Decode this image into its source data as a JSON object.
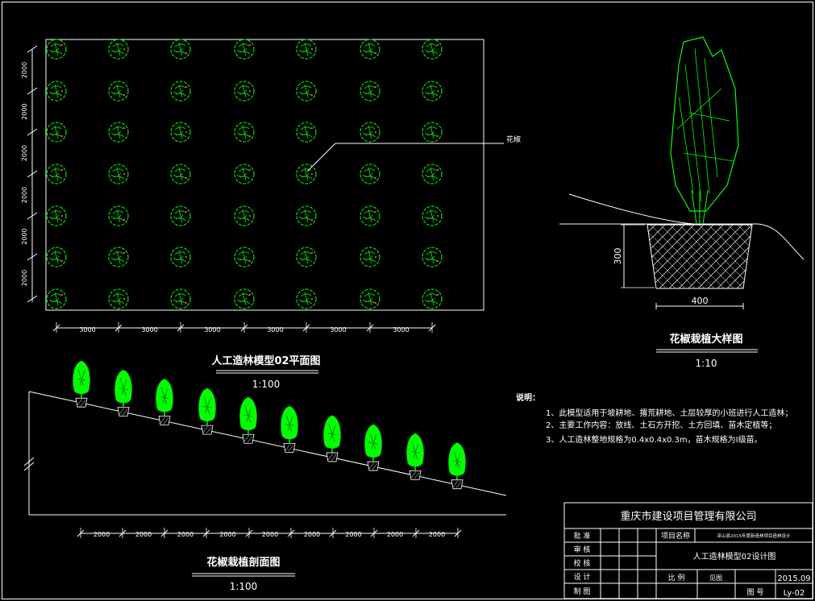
{
  "plan": {
    "title": "人工造林模型02平面图",
    "scale": "1:100",
    "callout": "花椒",
    "row_spacing_labels": [
      "2000",
      "2000",
      "2000",
      "2000",
      "2000",
      "2000"
    ],
    "col_spacing_labels": [
      "3000",
      "3000",
      "3000",
      "3000",
      "3000",
      "3000"
    ],
    "grid_rows": 7,
    "grid_cols": 7
  },
  "detail": {
    "title": "花椒栽植大样图",
    "scale": "1:10",
    "depth_label": "300",
    "width_label": "400"
  },
  "section": {
    "title": "花椒栽植剖面图",
    "scale": "1:100",
    "spacing_labels": [
      "2000",
      "2000",
      "2000",
      "2000",
      "2000",
      "2000",
      "2000",
      "2000",
      "2000"
    ],
    "tree_count": 10
  },
  "notes": {
    "heading": "说明：",
    "items": [
      "1、此模型适用于坡耕地、撂荒耕地、土层较厚的小班进行人工造林；",
      "2、主要工作内容：放线、土石方开挖、土方回填、苗木定植等；",
      "3、人工造林整地规格为0.4x0.4x0.3m，苗木规格为Ⅰ级苗。"
    ]
  },
  "title_block": {
    "company": "重庆市建设项目管理有限公司",
    "left_labels": [
      "批 准",
      "审 核",
      "校 核",
      "设 计",
      "制 图"
    ],
    "project_label": "项目名称",
    "project_name": "巫山县2015年度新造林项目造林设计",
    "drawing_title": "人工造林模型02设计图",
    "ratio_label": "比 例",
    "ratio_value": "见图",
    "date": "2015.09",
    "drawing_no_label": "图 号",
    "drawing_no": "Ly-02"
  },
  "colors": {
    "background": "#000000",
    "lines": "#ffffff",
    "tree_fill": "#00ff00",
    "tree_outline": "#00dd00",
    "tree_accent": "#ff3333"
  }
}
